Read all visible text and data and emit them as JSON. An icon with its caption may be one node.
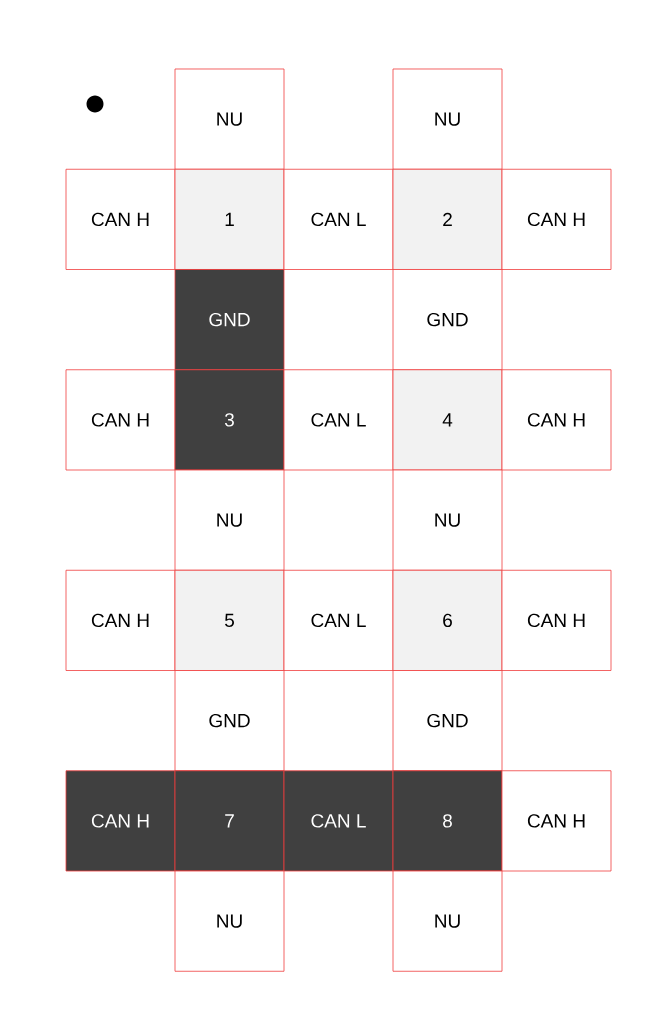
{
  "diagram": {
    "nodes": [
      {
        "text": [
          "NU"
        ]
      },
      {
        "text": [
          "NU"
        ]
      },
      {
        "text": [
          "CAN H"
        ]
      },
      {
        "text": [
          "1"
        ]
      },
      {
        "text": [
          "CAN L"
        ]
      },
      {
        "text": [
          "2"
        ]
      },
      {
        "text": [
          "CAN H"
        ]
      },
      {
        "text": [
          "GND"
        ]
      },
      {
        "text": [
          "GND"
        ]
      },
      {
        "text": [
          "CAN H"
        ]
      },
      {
        "text": [
          "3"
        ]
      },
      {
        "text": [
          "CAN L"
        ]
      },
      {
        "text": [
          "4"
        ]
      },
      {
        "text": [
          "CAN H"
        ]
      },
      {
        "text": [
          "NU"
        ]
      },
      {
        "text": [
          "NU"
        ]
      },
      {
        "text": [
          "CAN H"
        ]
      },
      {
        "text": [
          "5"
        ]
      },
      {
        "text": [
          "CAN L"
        ]
      },
      {
        "text": [
          "6"
        ]
      },
      {
        "text": [
          "CAN H"
        ]
      },
      {
        "text": [
          "GND"
        ]
      },
      {
        "text": [
          "GND"
        ]
      },
      {
        "text": [
          "CAN H"
        ]
      },
      {
        "text": [
          "7"
        ]
      },
      {
        "text": [
          "CAN L"
        ]
      },
      {
        "text": [
          "8"
        ]
      },
      {
        "text": [
          "CAN H"
        ]
      },
      {
        "text": [
          "NU"
        ]
      },
      {
        "text": [
          "NU"
        ]
      }
    ]
  }
}
